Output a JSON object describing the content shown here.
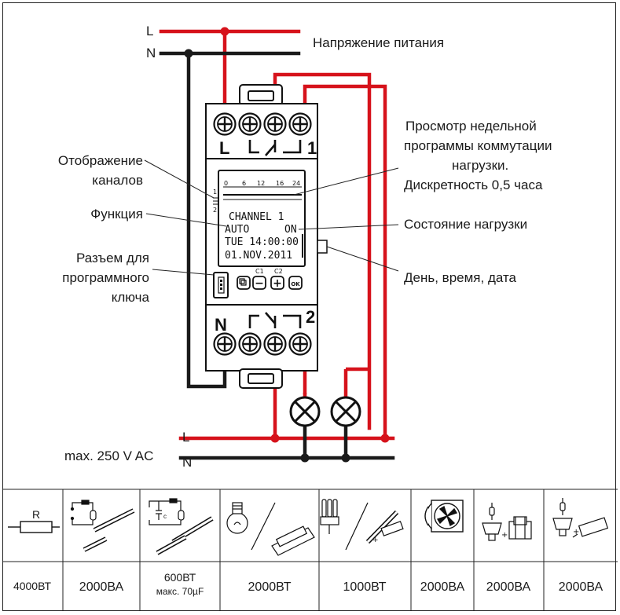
{
  "wiring": {
    "line_L": "L",
    "line_N": "N",
    "supply_label": "Напряжение питания",
    "bottom_L": "L",
    "bottom_N": "N",
    "max_voltage": "max. 250 V AC"
  },
  "device": {
    "terminal_top_left": "L",
    "terminal_top_right": "1",
    "terminal_bottom_left": "N",
    "terminal_bottom_right": "2",
    "scale_ticks": [
      "0",
      "6",
      "12",
      "16",
      "24"
    ],
    "channel_marks": [
      "1",
      "2"
    ],
    "lcd_line1": "CHANNEL 1",
    "lcd_line2_left": "AUTO",
    "lcd_line2_right": "ON",
    "lcd_line3": "TUE 14:00:00",
    "lcd_line4": "01.NOV.2011",
    "btn_c1_label": "C1",
    "btn_c2_label": "C2",
    "btn_minus": "−",
    "btn_plus": "+",
    "btn_ok": "OK"
  },
  "callouts": {
    "channels": [
      "Отображение",
      "каналов"
    ],
    "function": "Функция",
    "key_socket": [
      "Разъем для",
      "программного",
      "ключа"
    ],
    "week_program": [
      "Просмотр недельной",
      "программы коммутации",
      "нагрузки.",
      "Дискретность 0,5 часа"
    ],
    "load_state": "Состояние нагрузки",
    "day_time_date": "День, время, дата"
  },
  "load_table": {
    "resistor_label": "R",
    "capacitor_label": "c",
    "ratings": [
      "4000ВТ",
      "2000ВА",
      "600ВТ",
      "2000ВТ",
      "1000ВТ",
      "2000ВА",
      "2000ВА",
      "2000ВА"
    ],
    "rating_note": "макс. 70µF",
    "icons": [
      "resistor-icon",
      "fluorescent-tube-icon",
      "compensated-fluorescent-icon",
      "incandescent-halogen-icon",
      "compact-fluorescent-icon",
      "fan-motor-icon",
      "halogen-transformer-icon",
      "halogen-electronic-transformer-icon"
    ]
  },
  "colors": {
    "live": "#d6121b",
    "neutral": "#1a1a1a"
  }
}
